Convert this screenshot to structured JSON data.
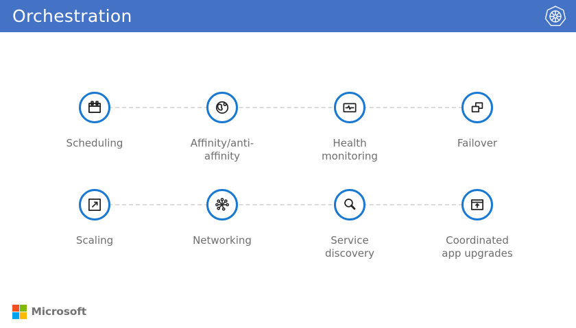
{
  "header": {
    "title": "Orchestration",
    "logo": "kubernetes-logo"
  },
  "features": {
    "items": [
      {
        "label": "Scheduling",
        "icon": "calendar-icon",
        "lines": [
          "Scheduling"
        ]
      },
      {
        "label": "Affinity/anti-affinity",
        "icon": "globe-icon",
        "lines": [
          "Affinity/anti-",
          "affinity"
        ]
      },
      {
        "label": "Health monitoring",
        "icon": "monitor-pulse-icon",
        "lines": [
          "Health",
          "monitoring"
        ]
      },
      {
        "label": "Failover",
        "icon": "overlapping-windows-icon",
        "lines": [
          "Failover"
        ]
      },
      {
        "label": "Scaling",
        "icon": "scale-arrow-icon",
        "lines": [
          "Scaling"
        ]
      },
      {
        "label": "Networking",
        "icon": "network-hub-icon",
        "lines": [
          "Networking"
        ]
      },
      {
        "label": "Service discovery",
        "icon": "magnifier-icon",
        "lines": [
          "Service",
          "discovery"
        ]
      },
      {
        "label": "Coordinated app upgrades",
        "icon": "window-upload-icon",
        "lines": [
          "Coordinated",
          "app upgrades"
        ]
      }
    ]
  },
  "footer": {
    "brand": "Microsoft"
  },
  "colors": {
    "header_bg": "#4472C4",
    "icon_ring": "#1878D2",
    "icon_stroke": "#212121",
    "connector": "#DBDBDB",
    "label_text": "#6E6E6E",
    "ms_red": "#F25022",
    "ms_green": "#7FBA00",
    "ms_blue": "#00A4EF",
    "ms_yellow": "#FFB900",
    "ms_text": "#737373"
  }
}
